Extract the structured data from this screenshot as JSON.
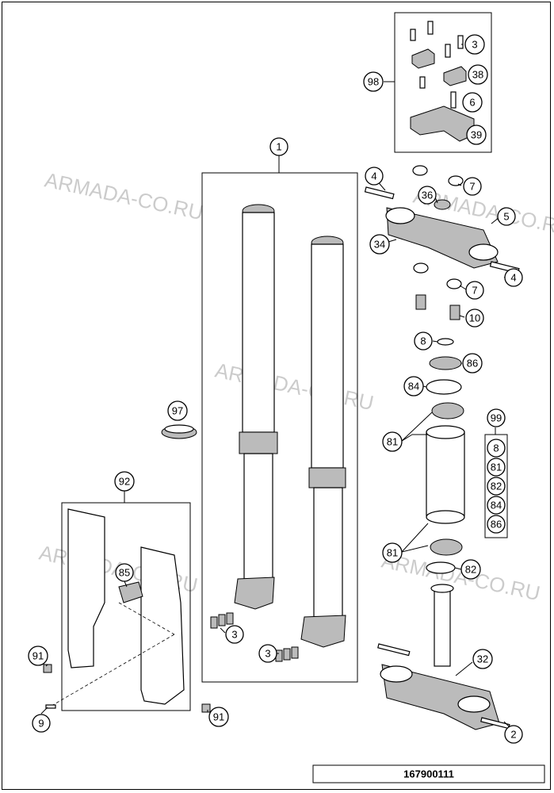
{
  "watermark_text": "ARMADA-CO.RU",
  "document_number": "167900111",
  "callouts": {
    "c1": "1",
    "c2": "2",
    "c3a": "3",
    "c3b": "3",
    "c3c": "3",
    "c4a": "4",
    "c4b": "4",
    "c5": "5",
    "c6": "6",
    "c7a": "7",
    "c7b": "7",
    "c8a": "8",
    "c8b": "8",
    "c9": "9",
    "c10": "10",
    "c32": "32",
    "c34": "34",
    "c36": "36",
    "c38": "38",
    "c39": "39",
    "c81a": "81",
    "c81b": "81",
    "c81c": "81",
    "c82a": "82",
    "c82b": "82",
    "c84a": "84",
    "c84b": "84",
    "c85": "85",
    "c86a": "86",
    "c86b": "86",
    "c91a": "91",
    "c91b": "91",
    "c92": "92",
    "c97": "97",
    "c98": "98",
    "c99": "99"
  }
}
